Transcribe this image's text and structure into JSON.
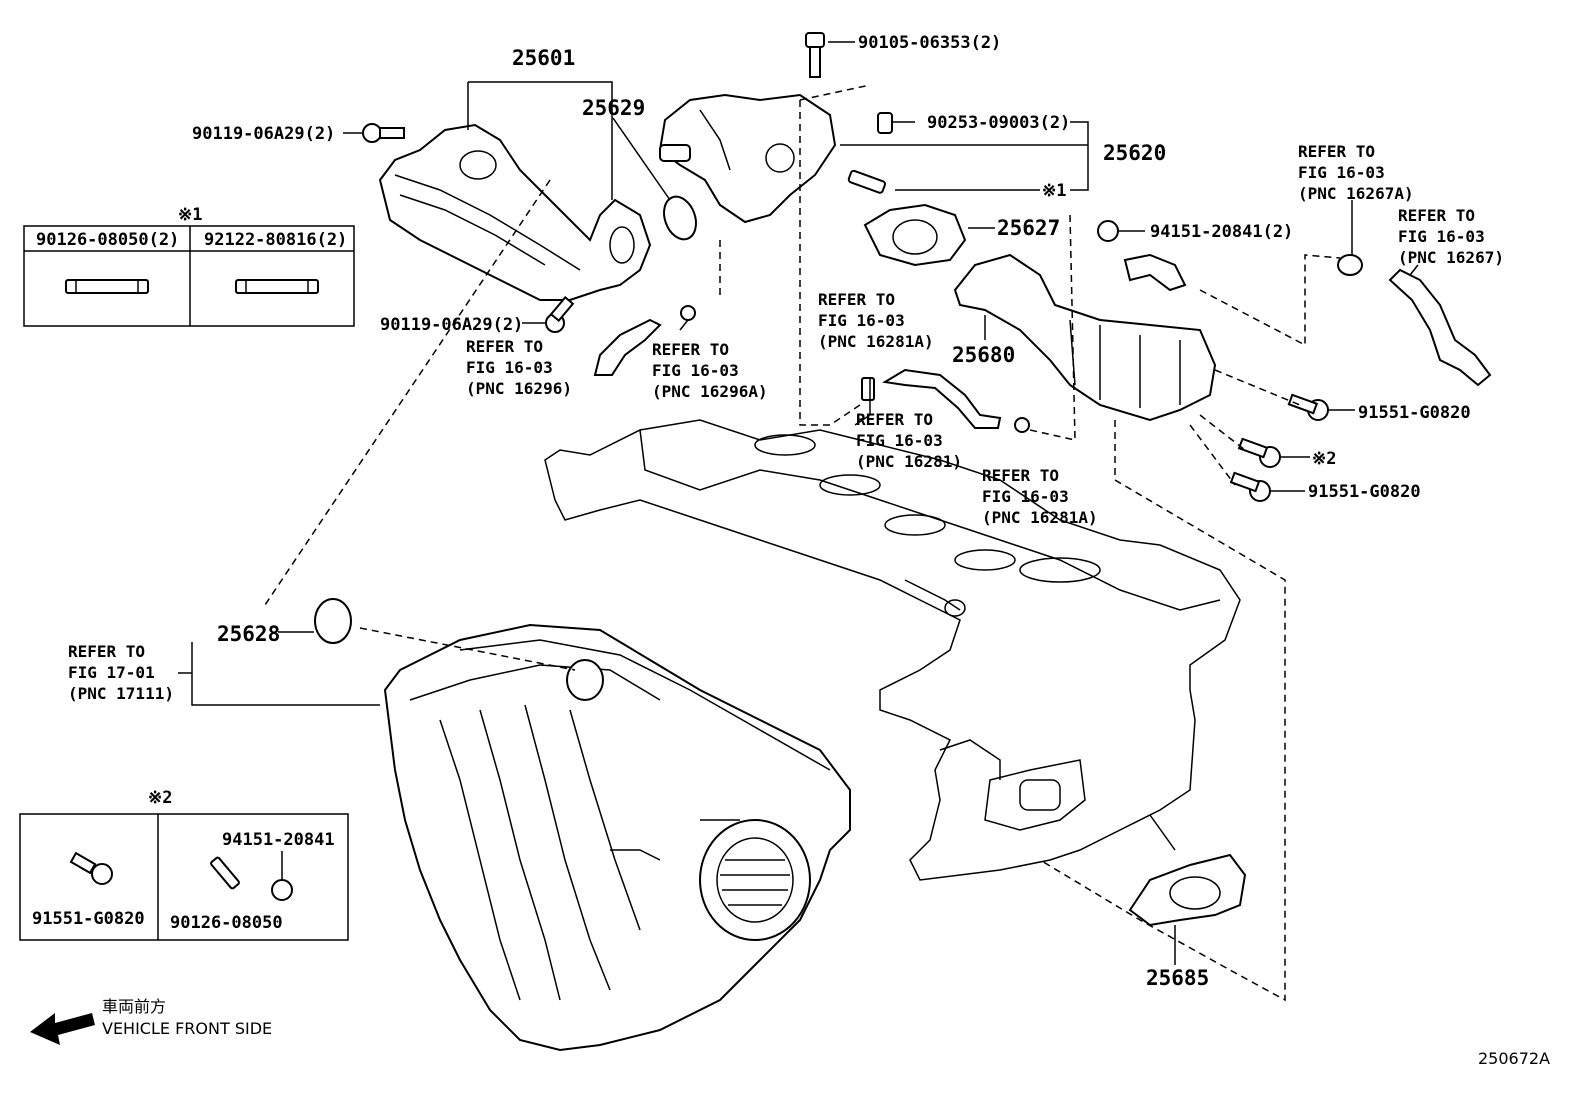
{
  "parts": {
    "p25601": "25601",
    "p25629": "25629",
    "p25620": "25620",
    "p25627": "25627",
    "p25680": "25680",
    "p25628": "25628",
    "p25685": "25685"
  },
  "fasteners": {
    "bolt_top": "90105-06353(2)",
    "stud_top": "90253-09003(2)",
    "bolt_left_top": "90119-06A29(2)",
    "bolt_left_bottom": "90119-06A29(2)",
    "nut_cooler": "94151-20841(2)",
    "bolt_cooler_1": "91551-G0820",
    "bolt_cooler_2": "91551-G0820",
    "mark1": "※1",
    "mark2": "※2"
  },
  "refs": {
    "r16296": {
      "l1": "REFER TO",
      "l2": "FIG 16-03",
      "l3": "(PNC 16296)"
    },
    "r16296a": {
      "l1": "REFER TO",
      "l2": "FIG 16-03",
      "l3": "(PNC 16296A)"
    },
    "r16281a_top": {
      "l1": "REFER TO",
      "l2": "FIG 16-03",
      "l3": "(PNC 16281A)"
    },
    "r16281": {
      "l1": "REFER TO",
      "l2": "FIG 16-03",
      "l3": "(PNC 16281)"
    },
    "r16281a_bot": {
      "l1": "REFER TO",
      "l2": "FIG 16-03",
      "l3": "(PNC 16281A)"
    },
    "r16267a": {
      "l1": "REFER TO",
      "l2": "FIG 16-03",
      "l3": "(PNC 16267A)"
    },
    "r16267": {
      "l1": "REFER TO",
      "l2": "FIG 16-03",
      "l3": "(PNC 16267)"
    },
    "r17111": {
      "l1": "REFER TO",
      "l2": "FIG 17-01",
      "l3": "(PNC 17111)"
    }
  },
  "inset1": {
    "mark": "※1",
    "col1": "90126-08050(2)",
    "col2": "92122-80816(2)"
  },
  "inset2": {
    "mark": "※2",
    "bolt": "91551-G0820",
    "nut": "94151-20841",
    "stud": "90126-08050"
  },
  "front": {
    "jp": "車両前方",
    "en": "VEHICLE FRONT SIDE"
  },
  "figure_id": "250672A"
}
